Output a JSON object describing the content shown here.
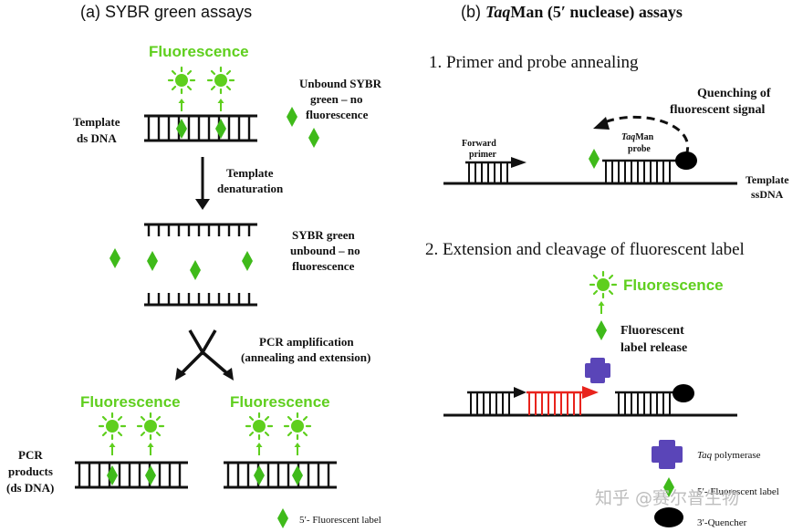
{
  "colors": {
    "fluorescence_green": "#5fcf1e",
    "diamond_green": "#3fba1a",
    "dna_black": "#111111",
    "extension_red": "#e8231c",
    "polymerase_blue": "#5a45b8",
    "quencher_black": "#000000"
  },
  "panel_a": {
    "title": "(a)  SYBR green assays",
    "top_fluorescence": "Fluorescence",
    "unbound_label": [
      "Unbound SYBR",
      "green – no",
      "fluorescence"
    ],
    "template_label": [
      "Template",
      "ds DNA"
    ],
    "denaturation_label": [
      "Template",
      "denaturation"
    ],
    "sybr_unbound_label": [
      "SYBR green",
      "unbound – no",
      "fluorescence"
    ],
    "pcr_label": [
      "PCR amplification",
      "(annealing and extension)"
    ],
    "left_fluorescence": "Fluorescence",
    "right_fluorescence": "Fluorescence",
    "products_label": [
      "PCR",
      "products",
      "(ds DNA)"
    ],
    "legend_label": "5′- Fluorescent label"
  },
  "panel_b": {
    "title_prefix": "(b) ",
    "title_italic": "Taq",
    "title_rest": "Man (5′ nuclease) assays",
    "step1": "1. Primer and probe annealing",
    "quenching_label": [
      "Quenching of",
      "fluorescent signal"
    ],
    "forward_primer": [
      "Forward",
      "primer"
    ],
    "probe_italic": "Taq",
    "probe_rest": "Man",
    "probe_word": "probe",
    "template_ss": [
      "Template",
      "ssDNA"
    ],
    "step2": "2. Extension and cleavage of fluorescent label",
    "fluorescence": "Fluorescence",
    "release_label": [
      "Fluorescent",
      "label release"
    ],
    "legend_polymerase_italic": "Taq",
    "legend_polymerase_rest": " polymerase",
    "legend_label": "5′- Fluorescent label",
    "legend_quencher": "3′-Quencher"
  },
  "watermark": "知乎 @赛尔普生物"
}
